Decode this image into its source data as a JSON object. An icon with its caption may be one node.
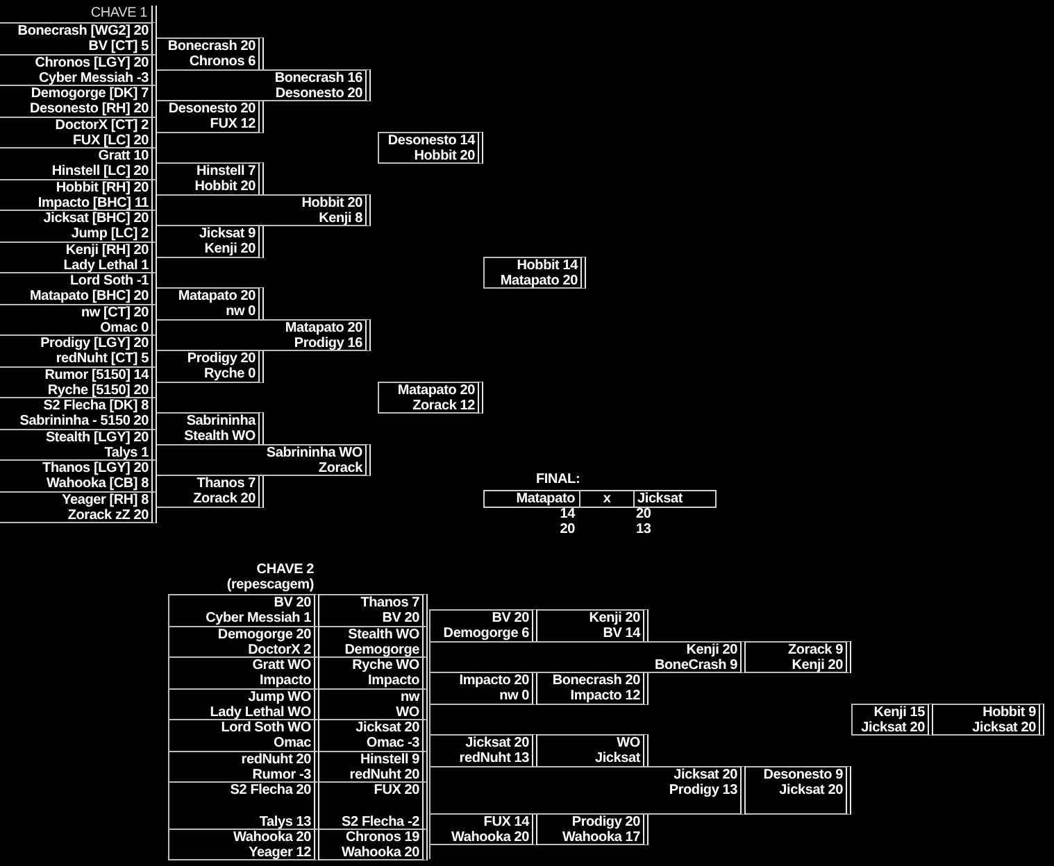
{
  "diagram": {
    "nodes": [
      {
        "text": [
          "Bonecrash [WG2] 20",
          "BV [CT] 5"
        ]
      },
      {
        "text": [
          "Chronos [LGY] 20",
          "Cyber Messiah -3"
        ]
      },
      {
        "text": [
          "Demogorge [DK] 7",
          "Desonesto [RH] 20"
        ]
      },
      {
        "text": [
          "DoctorX [CT] 2",
          "FUX [LC] 20"
        ]
      },
      {
        "text": [
          "Gratt 10",
          "Hinstell [LC] 20"
        ]
      },
      {
        "text": [
          "Hobbit [RH] 20",
          "Impacto [BHC] 11"
        ]
      },
      {
        "text": [
          "Jicksat [BHC] 20",
          "Jump [LC] 2"
        ]
      },
      {
        "text": [
          "Kenji [RH] 20",
          "Lady Lethal 1"
        ]
      },
      {
        "text": [
          "Lord Soth -1",
          "Matapato [BHC] 20"
        ]
      },
      {
        "text": [
          "nw [CT] 20",
          "Omac 0"
        ]
      },
      {
        "text": [
          "Prodigy [LGY] 20",
          "redNuht [CT] 5"
        ]
      },
      {
        "text": [
          "Rumor [5150] 14",
          "Ryche [5150] 20"
        ]
      },
      {
        "text": [
          "S2 Flecha [DK] 8",
          "Sabrininha - 5150 20"
        ]
      },
      {
        "text": [
          "Stealth [LGY] 20",
          "Talys 1"
        ]
      },
      {
        "text": [
          "Thanos [LGY] 20",
          "Wahooka [CB] 8"
        ]
      },
      {
        "text": [
          "Yeager [RH] 8",
          "Zorack zZ 20"
        ]
      },
      {
        "text": [
          "Bonecrash 20",
          "Chronos 6"
        ]
      },
      {
        "text": [
          "Desonesto 20",
          "FUX 12"
        ]
      },
      {
        "text": [
          "Hinstell 7",
          "Hobbit 20"
        ]
      },
      {
        "text": [
          "Jicksat 9",
          "Kenji 20"
        ]
      },
      {
        "text": [
          "Matapato 20",
          "nw 0"
        ]
      },
      {
        "text": [
          "Prodigy 20",
          "Ryche 0"
        ]
      },
      {
        "text": [
          "Sabrininha",
          "Stealth WO"
        ]
      },
      {
        "text": [
          "Thanos 7",
          "Zorack 20"
        ]
      },
      {
        "text": [
          "Bonecrash 16",
          "Desonesto 20"
        ]
      },
      {
        "text": [
          "Hobbit 20",
          "Kenji 8"
        ]
      },
      {
        "text": [
          "Matapato 20",
          "Prodigy 16"
        ]
      },
      {
        "text": [
          "Sabrininha WO",
          "Zorack"
        ]
      },
      {
        "text": [
          "Desonesto 14",
          "Hobbit 20"
        ]
      },
      {
        "text": [
          "Matapato 20",
          "Zorack 12"
        ]
      },
      {
        "text": [
          "Hobbit 14",
          "Matapato 20"
        ]
      },
      {
        "text": [
          "BV 20",
          "Cyber Messiah 1"
        ]
      },
      {
        "text": [
          "Demogorge 20",
          "DoctorX 2"
        ]
      },
      {
        "text": [
          "Gratt WO",
          "Impacto"
        ]
      },
      {
        "text": [
          "Jump WO",
          "Lady Lethal WO"
        ]
      },
      {
        "text": [
          "Lord Soth WO",
          "Omac"
        ]
      },
      {
        "text": [
          "redNuht 20",
          "Rumor -3"
        ]
      },
      {
        "text": [
          "S2 Flecha 20",
          "Talys 13"
        ]
      },
      {
        "text": [
          "Wahooka 20",
          "Yeager 12"
        ]
      },
      {
        "text": [
          "Thanos 7",
          "BV 20"
        ]
      },
      {
        "text": [
          "Stealth WO",
          "Demogorge"
        ]
      },
      {
        "text": [
          "Ryche WO",
          "Impacto"
        ]
      },
      {
        "text": [
          "nw",
          "WO"
        ]
      },
      {
        "text": [
          "Jicksat 20",
          "Omac -3"
        ]
      },
      {
        "text": [
          "Hinstell 9",
          "redNuht 20"
        ]
      },
      {
        "text": [
          "FUX 20",
          "S2 Flecha -2"
        ]
      },
      {
        "text": [
          "Chronos 19",
          "Wahooka 20"
        ]
      },
      {
        "text": [
          "BV 20",
          "Demogorge 6"
        ]
      },
      {
        "text": [
          "Impacto 20",
          "nw 0"
        ]
      },
      {
        "text": [
          "Jicksat 20",
          "redNuht 13"
        ]
      },
      {
        "text": [
          "FUX 14",
          "Wahooka 20"
        ]
      },
      {
        "text": [
          "Kenji 20",
          "BV 14"
        ]
      },
      {
        "text": [
          "Bonecrash 20",
          "Impacto 12"
        ]
      },
      {
        "text": [
          "WO",
          "Jicksat"
        ]
      },
      {
        "text": [
          "Prodigy 20",
          "Wahooka 17"
        ]
      },
      {
        "text": [
          "Kenji 20",
          "BoneCrash 9"
        ]
      },
      {
        "text": [
          "Jicksat 20",
          "Prodigy 13"
        ]
      },
      {
        "text": [
          "Zorack 9",
          "Kenji 20"
        ]
      },
      {
        "text": [
          "Desonesto 9",
          "Jicksat 20"
        ]
      },
      {
        "text": [
          "Kenji 15",
          "Jicksat 20"
        ]
      },
      {
        "text": [
          "Hobbit 9",
          "Jicksat 20"
        ]
      }
    ],
    "labels": [
      "CHAVE 1",
      "FINAL:",
      "Matapato",
      "x",
      "Jicksat",
      "14",
      "20",
      "20",
      "13",
      "CHAVE 2",
      "(repescagem)"
    ]
  }
}
